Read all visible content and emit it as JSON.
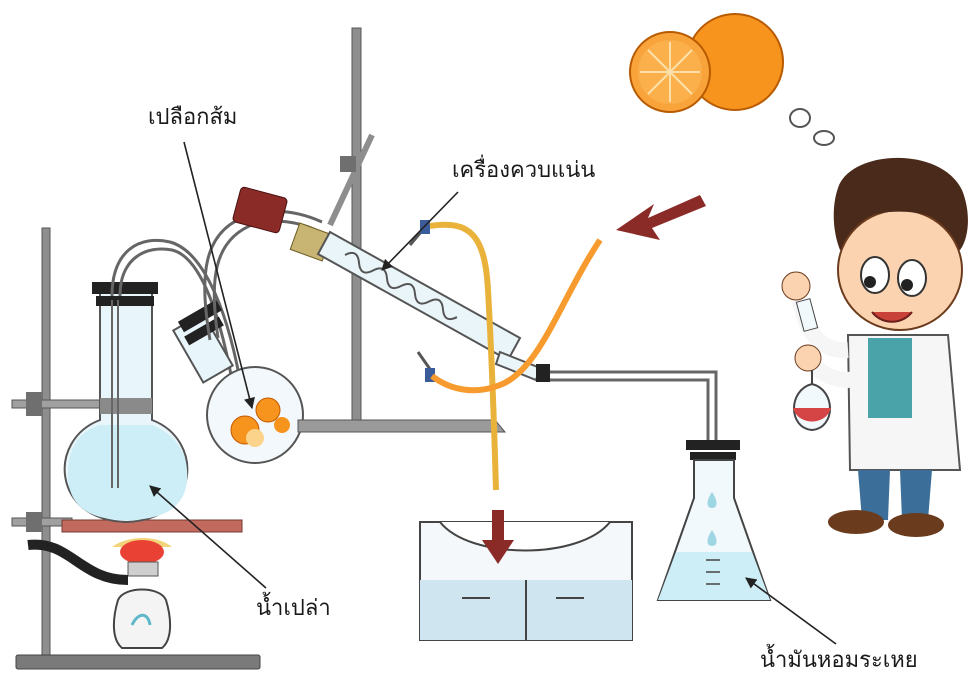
{
  "labels": {
    "orange_peel": "เปลือกส้ม",
    "condenser": "เครื่องควบแน่น",
    "plain_water": "น้ำเปล่า",
    "essential_oil": "น้ำมันหอมระเหย"
  },
  "icons": [
    "orange-icon",
    "scientist-boy-icon",
    "burner-icon",
    "water-basin-icon",
    "erlenmeyer-flask-icon",
    "arrow-icon"
  ],
  "colors": {
    "arrow": "#8b2b28",
    "water": "#cdeef6",
    "orange": "#f7941d",
    "tube": "#e9b23a",
    "stopper": "#222222",
    "stand": "#8e8e8e"
  }
}
